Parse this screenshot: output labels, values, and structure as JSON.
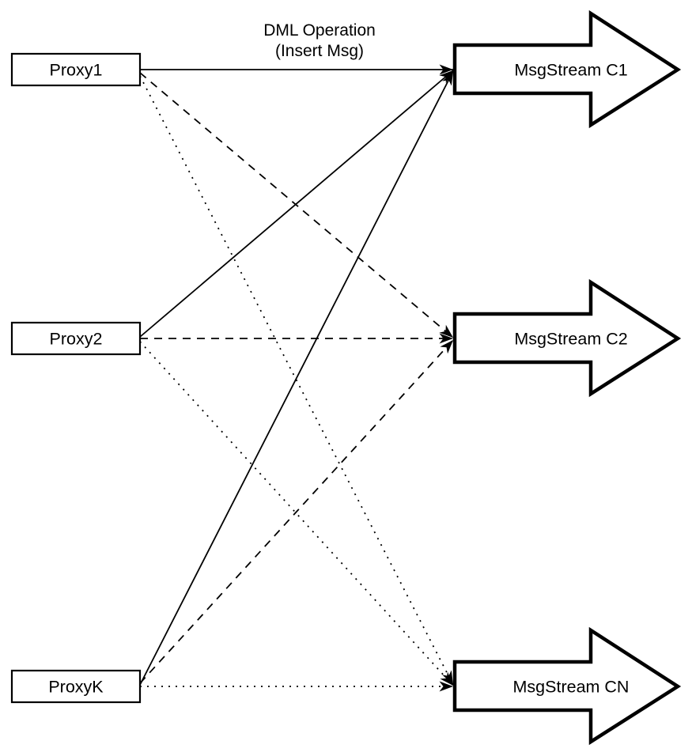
{
  "diagram": {
    "annotation": {
      "line1": "DML Operation",
      "line2": "(Insert Msg)"
    },
    "proxies": [
      {
        "label": "Proxy1"
      },
      {
        "label": "Proxy2"
      },
      {
        "label": "ProxyK"
      }
    ],
    "streams": [
      {
        "label": "MsgStream C1"
      },
      {
        "label": "MsgStream C2"
      },
      {
        "label": "MsgStream CN"
      }
    ],
    "edges": [
      {
        "from": "Proxy1",
        "to": "MsgStream C1",
        "style": "solid"
      },
      {
        "from": "Proxy2",
        "to": "MsgStream C1",
        "style": "solid"
      },
      {
        "from": "ProxyK",
        "to": "MsgStream C1",
        "style": "solid"
      },
      {
        "from": "Proxy1",
        "to": "MsgStream C2",
        "style": "dashed"
      },
      {
        "from": "Proxy2",
        "to": "MsgStream C2",
        "style": "dashed"
      },
      {
        "from": "ProxyK",
        "to": "MsgStream C2",
        "style": "dashed"
      },
      {
        "from": "Proxy1",
        "to": "MsgStream CN",
        "style": "dotted"
      },
      {
        "from": "Proxy2",
        "to": "MsgStream CN",
        "style": "dotted"
      },
      {
        "from": "ProxyK",
        "to": "MsgStream CN",
        "style": "dotted"
      }
    ],
    "colors": {
      "stroke": "#000000",
      "fill": "#ffffff",
      "background": "#ffffff"
    }
  }
}
